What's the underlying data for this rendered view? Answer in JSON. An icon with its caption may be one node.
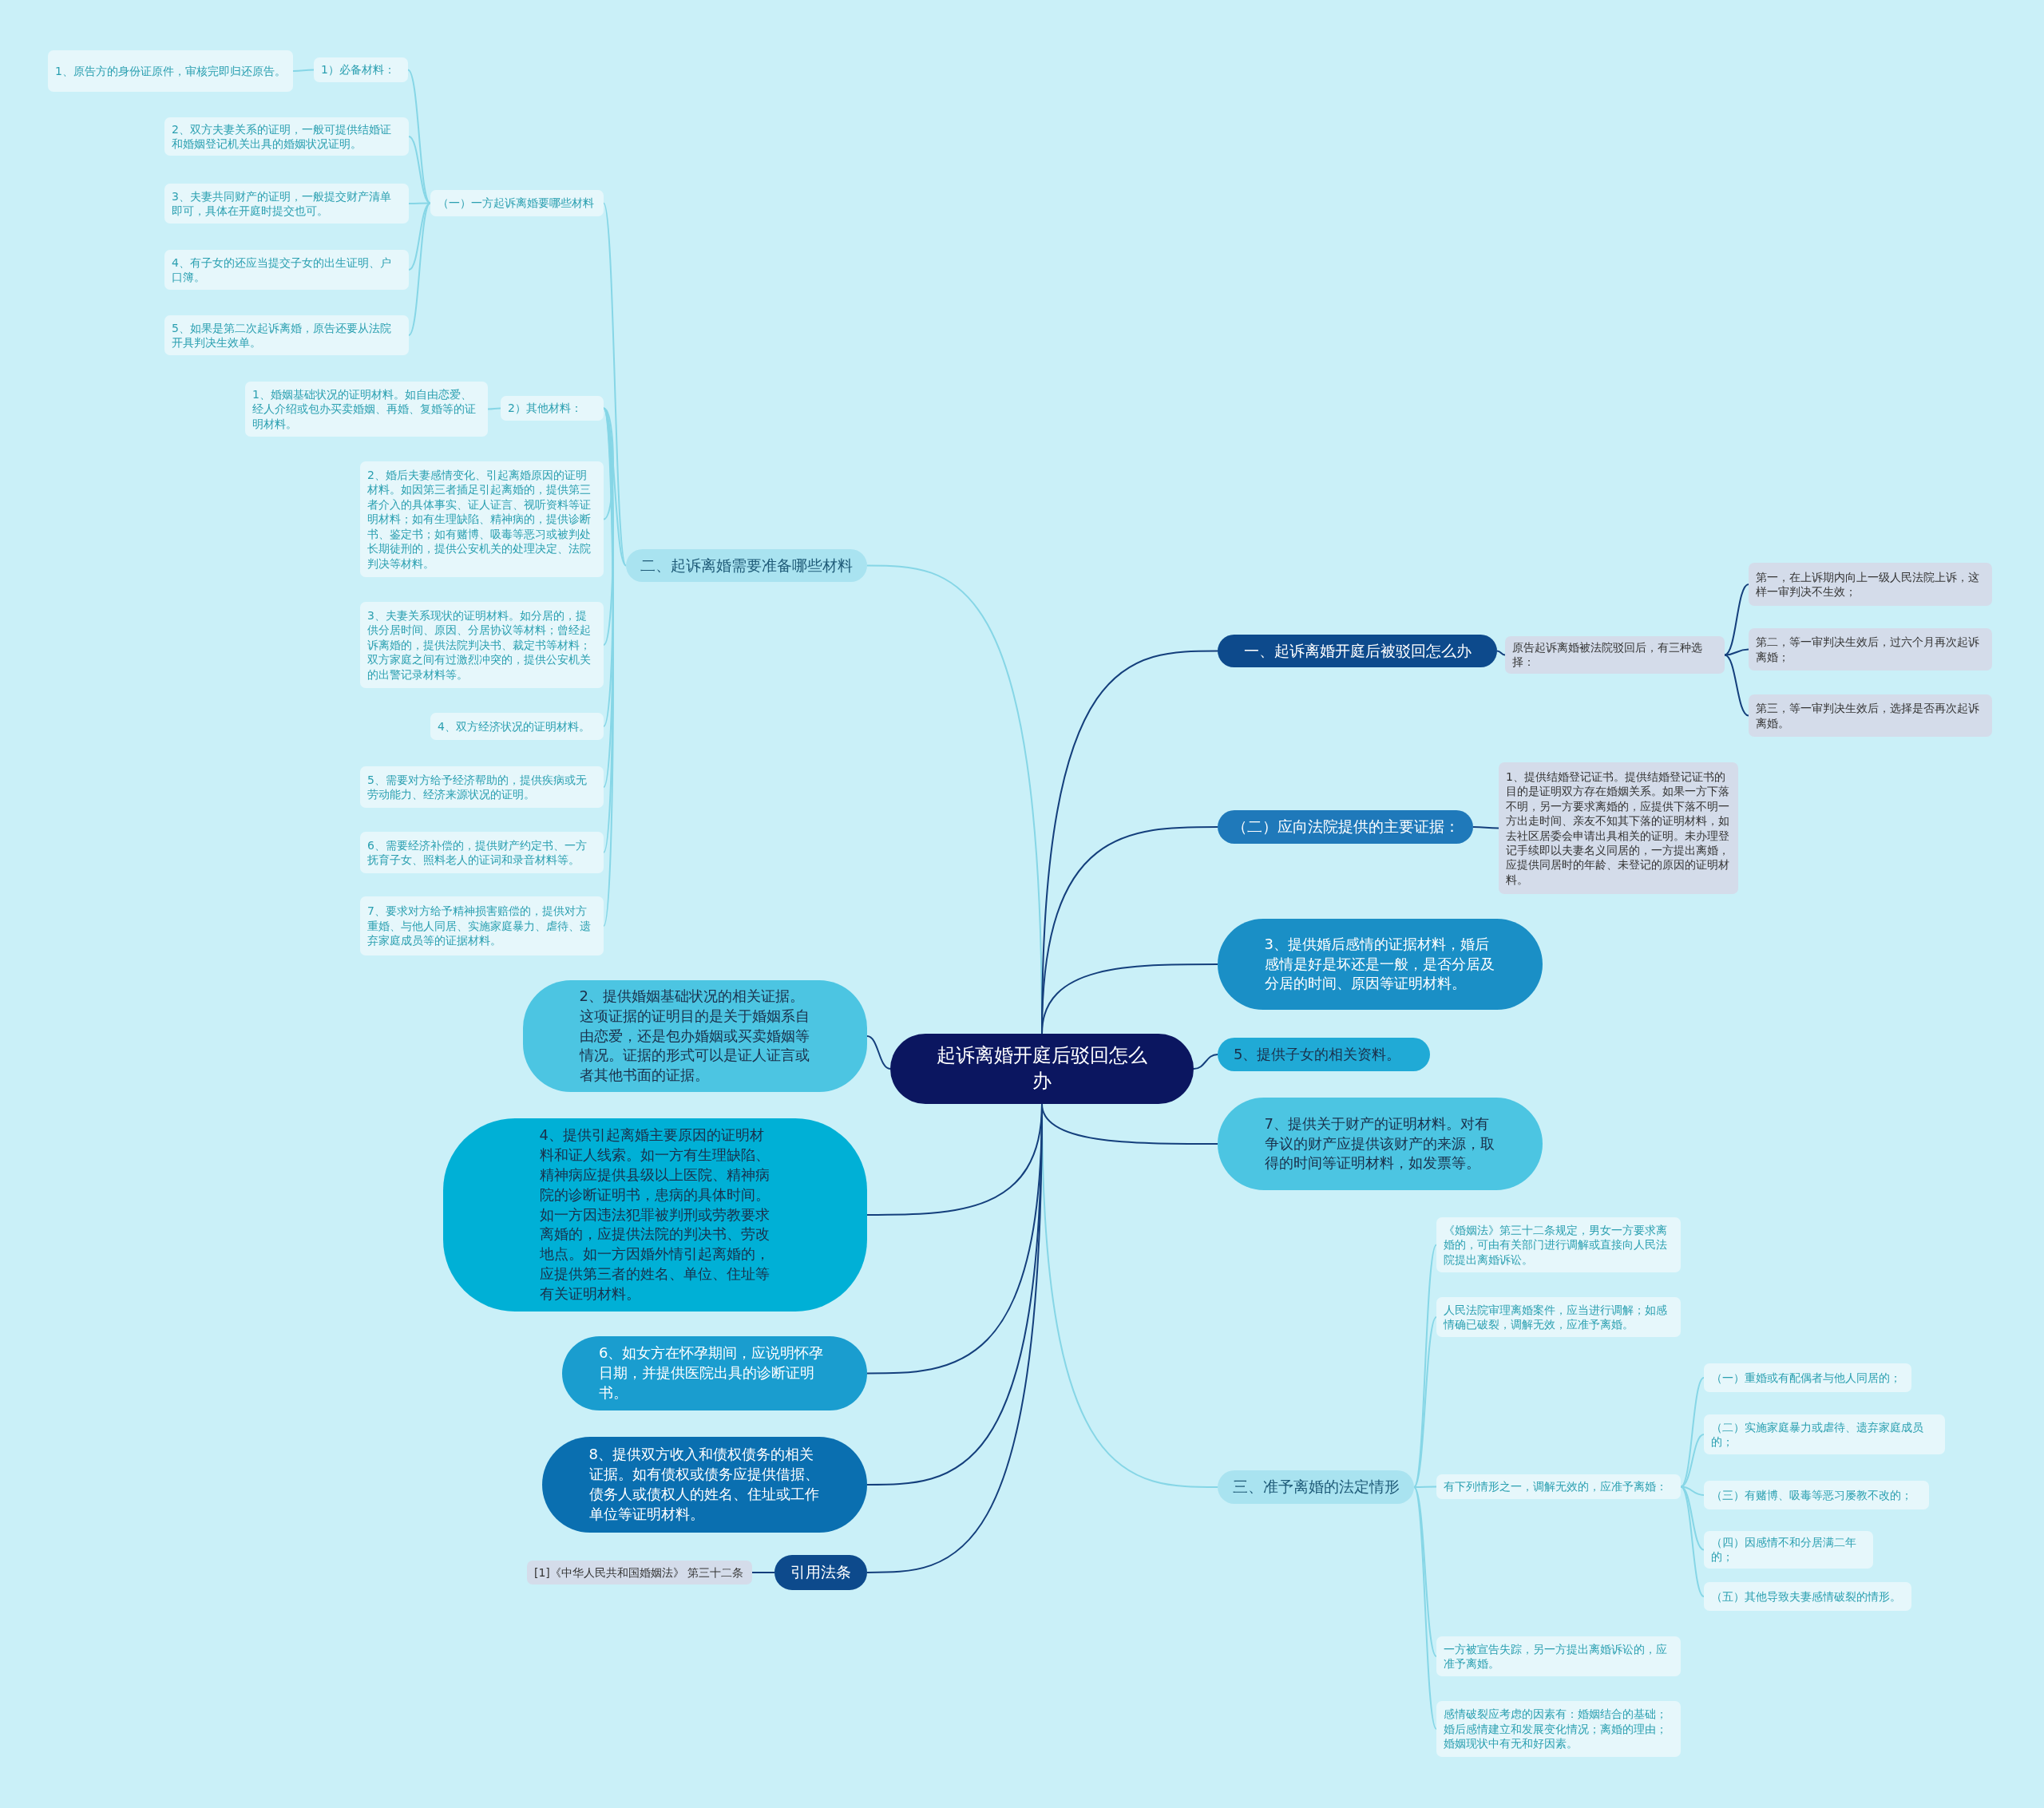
{
  "diagram": {
    "nodes": [
      {
        "text": [
          "起诉离婚开庭后驳回怎么办"
        ]
      },
      {
        "text": [
          "二、起诉离婚需要准备哪些材料"
        ]
      },
      {
        "text": [
          "（一）一方起诉离婚要哪些材料"
        ]
      },
      {
        "text": [
          "1）必备材料："
        ]
      },
      {
        "text": [
          "1、原告方的身份证原件，审核完即归还原告。"
        ]
      },
      {
        "text": [
          "2、双方夫妻关系的证明，一般可提供结婚证和婚姻登记机关出具的婚姻状况证明。"
        ]
      },
      {
        "text": [
          "3、夫妻共同财产的证明，一般提交财产清单即可，具体在开庭时提交也可。"
        ]
      },
      {
        "text": [
          "4、有子女的还应当提交子女的出生证明、户口簿。"
        ]
      },
      {
        "text": [
          "5、如果是第二次起诉离婚，原告还要从法院开具判决生效单。"
        ]
      },
      {
        "text": [
          "2）其他材料："
        ]
      },
      {
        "text": [
          "1、婚姻基础状况的证明材料。如自由恋爱、经人介绍或包办买卖婚姻、再婚、复婚等的证明材料。"
        ]
      },
      {
        "text": [
          "2、婚后夫妻感情变化、引起离婚原因的证明材料。如因第三者插足引起离婚的，提供第三者介入的具体事实、证人证言、视听资料等证明材料；如有生理缺陷、精神病的，提供诊断书、鉴定书；如有赌博、吸毒等恶习或被判处长期徒刑的，提供公安机关的处理决定、法院判决等材料。"
        ]
      },
      {
        "text": [
          "3、夫妻关系现状的证明材料。如分居的，提供分居时间、原因、分居协议等材料；曾经起诉离婚的，提供法院判决书、裁定书等材料；双方家庭之间有过激烈冲突的，提供公安机关的出警记录材料等。"
        ]
      },
      {
        "text": [
          "4、双方经济状况的证明材料。"
        ]
      },
      {
        "text": [
          "5、需要对方给予经济帮助的，提供疾病或无劳动能力、经济来源状况的证明。"
        ]
      },
      {
        "text": [
          "6、需要经济补偿的，提供财产约定书、一方抚育子女、照料老人的证词和录音材料等。"
        ]
      },
      {
        "text": [
          "7、要求对方给予精神损害赔偿的，提供对方重婚、与他人同居、实施家庭暴力、虐待、遗弃家庭成员等的证据材料。"
        ]
      },
      {
        "text": [
          "一、起诉离婚开庭后被驳回怎么办"
        ]
      },
      {
        "text": [
          "原告起诉离婚被法院驳回后，有三种选择："
        ]
      },
      {
        "text": [
          "第一，在上诉期内向上一级人民法院上诉，这样一审判决不生效；"
        ]
      },
      {
        "text": [
          "第二，等一审判决生效后，过六个月再次起诉离婚；"
        ]
      },
      {
        "text": [
          "第三，等一审判决生效后，选择是否再次起诉离婚。"
        ]
      },
      {
        "text": [
          "（二）应向法院提供的主要证据："
        ]
      },
      {
        "text": [
          "1、提供结婚登记证书。提供结婚登记证书的目的是证明双方存在婚姻关系。如果一方下落不明，另一方要求离婚的，应提供下落不明一方出走时间、亲友不知其下落的证明材料，如去社区居委会申请出具相关的证明。未办理登记手续即以夫妻名义同居的，一方提出离婚，应提供同居时的年龄、未登记的原因的证明材料。"
        ]
      },
      {
        "text": [
          "3、提供婚后感情的证据材料，婚后感情是好是坏还是一般，是否分居及分居的时间、原因等证明材料。"
        ]
      },
      {
        "text": [
          "5、提供子女的相关资料。"
        ]
      },
      {
        "text": [
          "7、提供关于财产的证明材料。对有争议的财产应提供该财产的来源，取得的时间等证明材料，如发票等。"
        ]
      },
      {
        "text": [
          "三、准予离婚的法定情形"
        ]
      },
      {
        "text": [
          "《婚姻法》第三十二条规定，男女一方要求离婚的，可由有关部门进行调解或直接向人民法院提出离婚诉讼。"
        ]
      },
      {
        "text": [
          "人民法院审理离婚案件，应当进行调解；如感情确已破裂，调解无效，应准予离婚。"
        ]
      },
      {
        "text": [
          "有下列情形之一，调解无效的，应准予离婚："
        ]
      },
      {
        "text": [
          "（一）重婚或有配偶者与他人同居的；"
        ]
      },
      {
        "text": [
          "（二）实施家庭暴力或虐待、遗弃家庭成员的；"
        ]
      },
      {
        "text": [
          "（三）有赌博、吸毒等恶习屡教不改的；"
        ]
      },
      {
        "text": [
          "（四）因感情不和分居满二年的；"
        ]
      },
      {
        "text": [
          "（五）其他导致夫妻感情破裂的情形。"
        ]
      },
      {
        "text": [
          "一方被宣告失踪，另一方提出离婚诉讼的，应准予离婚。"
        ]
      },
      {
        "text": [
          "感情破裂应考虑的因素有：婚姻结合的基础；婚后感情建立和发展变化情况；离婚的理由；婚姻现状中有无和好因素。"
        ]
      },
      {
        "text": [
          "2、提供婚姻基础状况的相关证据。这项证据的证明目的是关于婚姻系自由恋爱，还是包办婚姻或买卖婚姻等情况。证据的形式可以是证人证言或者其他书面的证据。"
        ]
      },
      {
        "text": [
          "4、提供引起离婚主要原因的证明材料和证人线索。如一方有生理缺陷、精神病应提供县级以上医院、精神病院的诊断证明书，患病的具体时间。如一方因违法犯罪被判刑或劳教要求离婚的，应提供法院的判决书、劳改地点。如一方因婚外情引起离婚的，应提供第三者的姓名、单位、住址等有关证明材料。"
        ]
      },
      {
        "text": [
          "6、如女方在怀孕期间，应说明怀孕日期，并提供医院出具的诊断证明书。"
        ]
      },
      {
        "text": [
          "8、提供双方收入和债权债务的相关证据。如有债权或债务应提供借据、债务人或债权人的姓名、住址或工作单位等证明材料。"
        ]
      },
      {
        "text": [
          "引用法条"
        ]
      },
      {
        "text": [
          "[1]《中华人民共和国婚姻法》 第三十二条"
        ]
      }
    ],
    "edges": [
      {
        "from": 0,
        "to": 1,
        "arrow": "none"
      },
      {
        "from": 1,
        "to": 2,
        "arrow": "none"
      },
      {
        "from": 2,
        "to": 3,
        "arrow": "none"
      },
      {
        "from": 3,
        "to": 4,
        "arrow": "none"
      },
      {
        "from": 2,
        "to": 5,
        "arrow": "none"
      },
      {
        "from": 2,
        "to": 6,
        "arrow": "none"
      },
      {
        "from": 2,
        "to": 7,
        "arrow": "none"
      },
      {
        "from": 2,
        "to": 8,
        "arrow": "none"
      },
      {
        "from": 1,
        "to": 9,
        "arrow": "none"
      },
      {
        "from": 9,
        "to": 10,
        "arrow": "none"
      },
      {
        "from": 9,
        "to": 11,
        "arrow": "none"
      },
      {
        "from": 9,
        "to": 12,
        "arrow": "none"
      },
      {
        "from": 9,
        "to": 13,
        "arrow": "none"
      },
      {
        "from": 9,
        "to": 14,
        "arrow": "none"
      },
      {
        "from": 9,
        "to": 15,
        "arrow": "none"
      },
      {
        "from": 9,
        "to": 16,
        "arrow": "none"
      },
      {
        "from": 0,
        "to": 17,
        "arrow": "none",
        "color": "#143f7c"
      },
      {
        "from": 17,
        "to": 18,
        "arrow": "none",
        "color": "#143f7c"
      },
      {
        "from": 18,
        "to": 19,
        "arrow": "none",
        "color": "#143f7c"
      },
      {
        "from": 18,
        "to": 20,
        "arrow": "none",
        "color": "#143f7c"
      },
      {
        "from": 18,
        "to": 21,
        "arrow": "none",
        "color": "#143f7c"
      },
      {
        "from": 0,
        "to": 22,
        "arrow": "none",
        "color": "#143f7c"
      },
      {
        "from": 22,
        "to": 23,
        "arrow": "none",
        "color": "#143f7c"
      },
      {
        "from": 0,
        "to": 24,
        "arrow": "none",
        "color": "#143f7c"
      },
      {
        "from": 0,
        "to": 25,
        "arrow": "none",
        "color": "#143f7c"
      },
      {
        "from": 0,
        "to": 26,
        "arrow": "none",
        "color": "#143f7c"
      },
      {
        "from": 0,
        "to": 27,
        "arrow": "none"
      },
      {
        "from": 27,
        "to": 28,
        "arrow": "none"
      },
      {
        "from": 27,
        "to": 29,
        "arrow": "none"
      },
      {
        "from": 27,
        "to": 30,
        "arrow": "none"
      },
      {
        "from": 30,
        "to": 31,
        "arrow": "none"
      },
      {
        "from": 30,
        "to": 32,
        "arrow": "none"
      },
      {
        "from": 30,
        "to": 33,
        "arrow": "none"
      },
      {
        "from": 30,
        "to": 34,
        "arrow": "none"
      },
      {
        "from": 30,
        "to": 35,
        "arrow": "none"
      },
      {
        "from": 27,
        "to": 36,
        "arrow": "none"
      },
      {
        "from": 27,
        "to": 37,
        "arrow": "none"
      },
      {
        "from": 0,
        "to": 38,
        "arrow": "none",
        "color": "#143f7c"
      },
      {
        "from": 0,
        "to": 39,
        "arrow": "none",
        "color": "#143f7c"
      },
      {
        "from": 0,
        "to": 40,
        "arrow": "none",
        "color": "#143f7c"
      },
      {
        "from": 0,
        "to": 41,
        "arrow": "none",
        "color": "#143f7c"
      },
      {
        "from": 0,
        "to": 42,
        "arrow": "none",
        "color": "#143f7c"
      },
      {
        "from": 42,
        "to": 43,
        "arrow": "none",
        "color": "#143f7c"
      }
    ]
  }
}
